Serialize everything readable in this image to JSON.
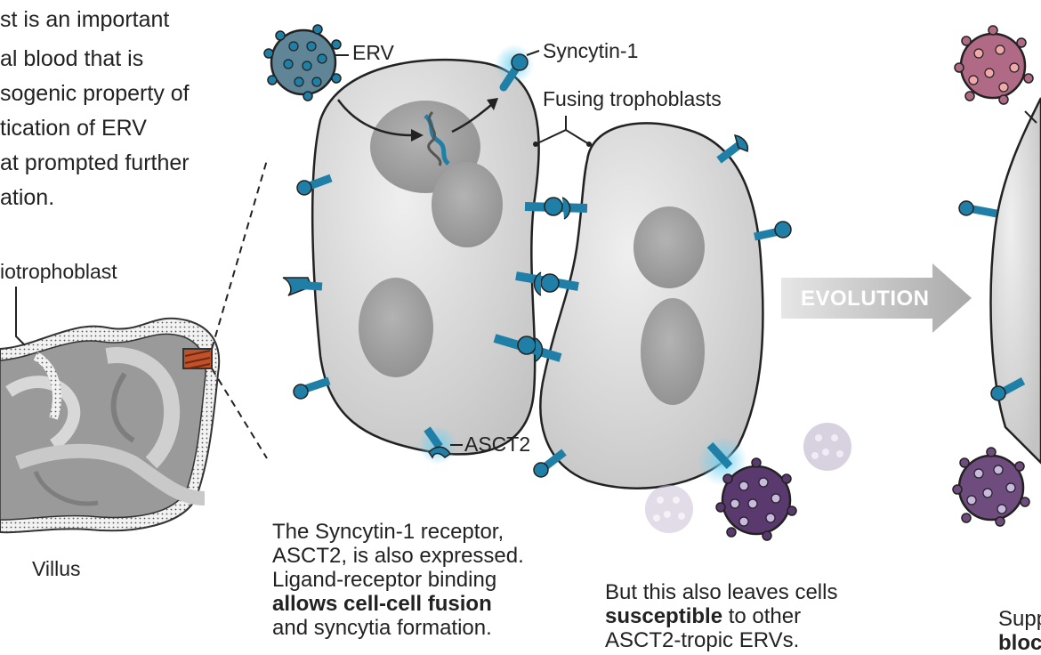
{
  "intro_text": {
    "lines": [
      "st is an important",
      "al blood that is",
      "sogenic property of",
      "tication of ERV",
      "at prompted further",
      "ation."
    ]
  },
  "labels": {
    "syncytiotrophoblast": "iotrophoblast",
    "villus": "Villus",
    "erv": "ERV",
    "syncytin1": "Syncytin-1",
    "fusing_trophoblasts": "Fusing trophoblasts",
    "asct2": "ASCT2",
    "evolution": "EVOLUTION"
  },
  "captions": {
    "fusion": {
      "line1": "The Syncytin-1 receptor,",
      "line2": "ASCT2, is also expressed.",
      "line3": "Ligand-receptor binding",
      "line4_bold": "allows cell-cell fusion",
      "line5": "and syncytia formation."
    },
    "susceptible": {
      "line1": "But this also leaves cells",
      "line2_bold": "susceptible",
      "line2_rest": " to other",
      "line3": "ASCT2-tropic ERVs."
    },
    "right_cut": {
      "line1": "Supp",
      "line2_bold": "bloc"
    }
  },
  "colors": {
    "receptor": "#1f7fa6",
    "cell": "#d9d9d9",
    "nucleus": "#a8a8a8",
    "virus_dark": "#5a3a6e",
    "virus_light": "#b9adc6",
    "virus_pink": "#b06a86",
    "arrow": "#bdbdbd"
  }
}
